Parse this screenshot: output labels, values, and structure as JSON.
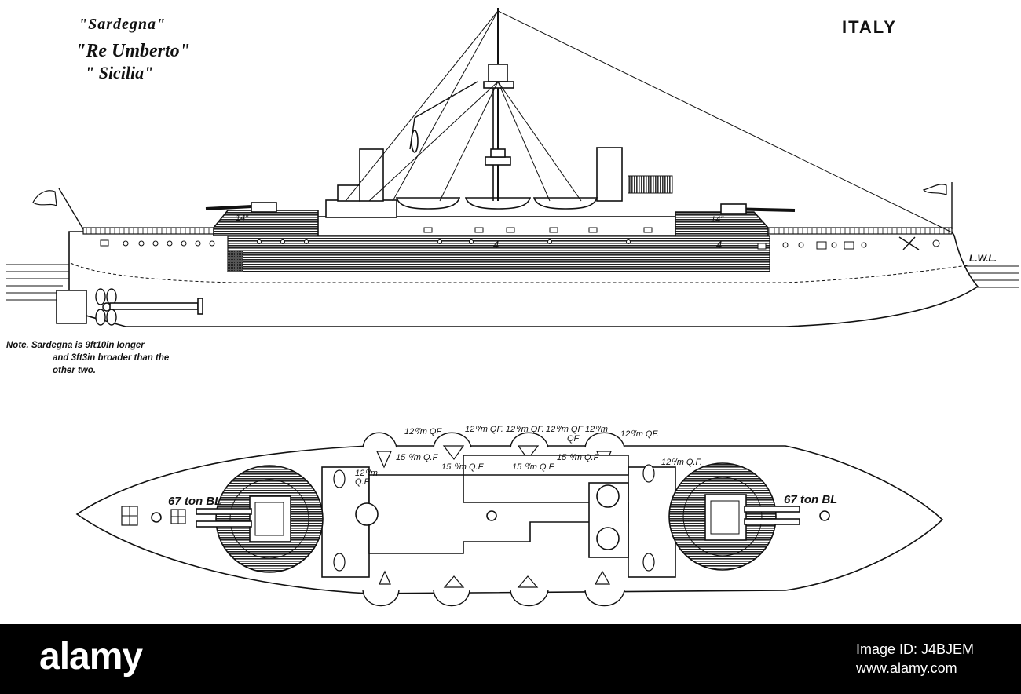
{
  "titles": {
    "ship1": "\"Sardegna\"",
    "ship2": "\"Re Umberto\"",
    "ship3": "\" Sicilia\""
  },
  "country": "ITALY",
  "note": {
    "line1": "Note. Sardegna is 9ft10in longer",
    "line2": "and 3ft3in broader than the",
    "line3": "other two."
  },
  "profile_labels": {
    "armor_belt_mid": "4",
    "armor_belt_aft": "4",
    "barbette_fore": "14\"",
    "barbette_aft": "14\"",
    "waterline": "L.W.L."
  },
  "plan_labels": {
    "main_gun_fore": "67 ton BL",
    "main_gun_aft": "67 ton BL",
    "qf_top_1": "12⁰/m QF",
    "qf_top_2": "12⁰/m QF. 12⁰/m QF.",
    "qf_top_3": "12⁰/m QF 12⁰/m",
    "qf_top_3b": "QF",
    "qf_top_4": "12⁰/m QF.",
    "qf_mid_1": "15 ⁰/m Q.F",
    "qf_mid_2": "15 ⁰/m Q.F",
    "qf_mid_3": "15 ⁰/m Q.F",
    "qf_mid_4": "15 ⁰/m Q.F",
    "qf_fwd_left_a": "12⁰/m",
    "qf_fwd_left_b": "Q.F.",
    "qf_fwd_right": "12⁰/m Q.F."
  },
  "footer": {
    "brand": "alamy",
    "image_id": "Image ID: J4BJEM",
    "site": "www.alamy.com"
  }
}
